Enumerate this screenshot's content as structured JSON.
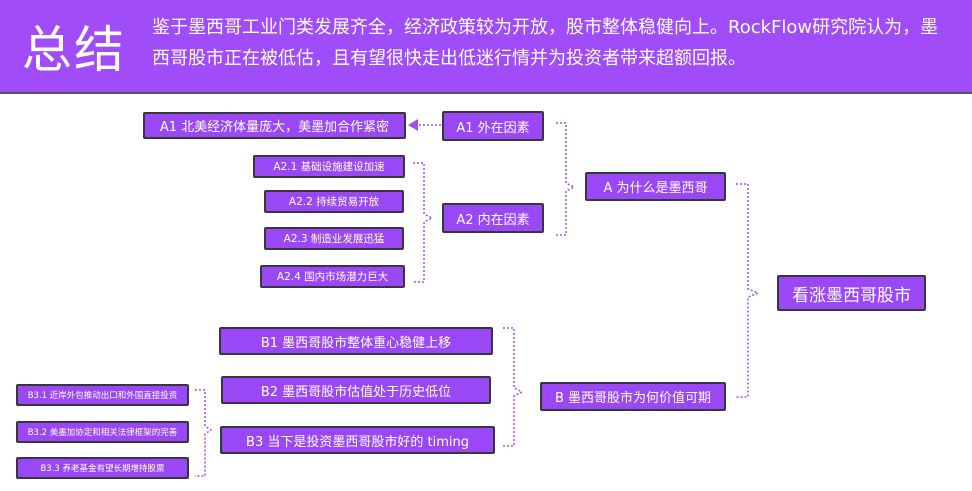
{
  "header": {
    "title": "总结",
    "summary": "鉴于墨西哥工业门类发展齐全，经济政策较为开放，股市整体稳健向上。RockFlow研究院认为，墨西哥股市正在被低估，且有望很快走出低迷行情并为投资者带来超额回报。"
  },
  "colors": {
    "header": "#a04cf8",
    "node": "#9a48f6",
    "connector": "#a04cf8"
  },
  "nodes": {
    "root": "看涨墨西哥股市",
    "a": "A 为什么是墨西哥",
    "a1": "A1 外在因素",
    "a1_detail": "A1 北美经济体量庞大，美墨加合作紧密",
    "a2": "A2 内在因素",
    "a2_1": "A2.1 基础设施建设加速",
    "a2_2": "A2.2 持续贸易开放",
    "a2_3": "A2.3 制造业发展迅猛",
    "a2_4": "A2.4 国内市场潜力巨大",
    "b": "B 墨西哥股市为何价值可期",
    "b1": "B1 墨西哥股市整体重心稳健上移",
    "b2": "B2 墨西哥股市估值处于历史低位",
    "b3": "B3 当下是投资墨西哥股市好的 timing",
    "b3_1": "B3.1 近岸外包推动出口和外国直接投资",
    "b3_2": "B3.2 美墨加协定和相关法律框架的完善",
    "b3_3": "B3.3 养老基金有望长期增持股票"
  }
}
